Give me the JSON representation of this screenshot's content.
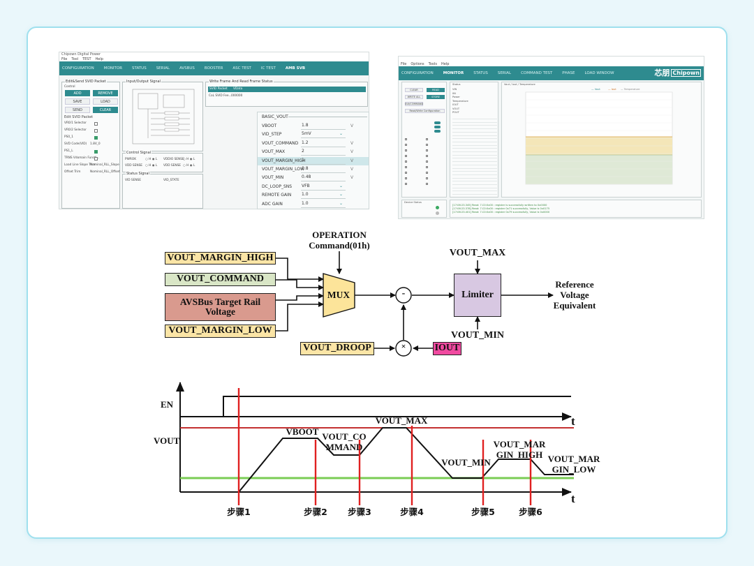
{
  "s1": {
    "title": "Chipown Digital Power",
    "menu": [
      "File",
      "Tool",
      "TEST",
      "Help"
    ],
    "tabs": [
      "CONFIGURATION",
      "MONITOR",
      "STATUS",
      "SERIAL",
      "AVSBUS",
      "BOOSTER",
      "ASC TEST",
      "IC TEST",
      "AMB SVB"
    ],
    "edit_group": "Edit&Send SVID Packet",
    "control_label": "Control",
    "buttons": {
      "add": "ADD",
      "remove": "REMOVE",
      "save": "SAVE",
      "load": "LOAD",
      "send": "SEND",
      "clear": "CLEAR"
    },
    "edit_pkt_group": "Edit SVID Packet",
    "pkt_rows": [
      "VR0/1 Selector",
      "VR0/2 Selector",
      "PS0_1",
      "SVD Code(VID)",
      "PS1_L",
      "TRNS Vdomain Functi...",
      "Load Line Slope Trim",
      "Offset Trim"
    ],
    "pkt_vals": [
      "",
      "",
      "",
      "1.8V_0",
      "",
      "",
      "Nominal_RLL_Slope",
      "Nominal_RLL_Offset"
    ],
    "io_group": "Input/Output Signal",
    "ctrl_group": "Control Signal",
    "ctrl_rows": [
      "PWROK",
      "VDD SENSE"
    ],
    "ctrl_opts": [
      "VDDIO SENSE",
      "VDD SENSE"
    ],
    "hl": "H",
    "hl2": "L",
    "status_group": "Status Signal",
    "status_row": [
      "VID SENSE",
      "VID_STATE"
    ],
    "frame_group": "Write Frame And Read Frame Status",
    "frame_head": [
      "SVID Packet",
      "VData"
    ],
    "frame_row": "CoL SVID Fee...",
    "frame_val": "000000"
  },
  "basic_vout": {
    "title": "BASIC_VOUT",
    "rows": [
      {
        "key": "VBOOT",
        "val": "1.8",
        "unit": "V"
      },
      {
        "key": "VID_STEP",
        "val": "5mV",
        "unit": ""
      },
      {
        "key": "VOUT_COMMAND",
        "val": "1.2",
        "unit": "V"
      },
      {
        "key": "VOUT_MAX",
        "val": "2",
        "unit": "V"
      },
      {
        "key": "VOUT_MARGIN_HIGH",
        "val": "1",
        "unit": "V"
      },
      {
        "key": "VOUT_MARGIN_LOW",
        "val": "0.8",
        "unit": "V"
      },
      {
        "key": "VOUT_MIN",
        "val": "0.48",
        "unit": "V"
      },
      {
        "key": "DC_LOOP_SNS",
        "val": "VFB",
        "unit": ""
      },
      {
        "key": "REMOTE GAIN",
        "val": "1.0",
        "unit": ""
      },
      {
        "key": "ADC GAIN",
        "val": "1.0",
        "unit": ""
      }
    ]
  },
  "s2": {
    "menu": [
      "File",
      "Options",
      "Tools",
      "Help"
    ],
    "tabs": [
      "CONFIGURATION",
      "MONITOR",
      "STATUS",
      "SERIAL",
      "COMMAND TEST",
      "PHASE",
      "LOAD WINDOW"
    ],
    "logo": "Chipown",
    "logo_cn": "芯朋",
    "panel_title": "Vout / Iout / Temperature",
    "legend": [
      "Vout",
      "Iout",
      "Temperature"
    ],
    "btns": [
      "CLEAR",
      "READ",
      "WRITE ALL",
      "STORE",
      "GUI/COMMAND",
      "Read/Write Configuration"
    ],
    "list_head": "Status",
    "rows": [
      "VIN",
      "IIN",
      "Power",
      "Temperature",
      "IOUT",
      "VOUT",
      "POUT"
    ],
    "led_label": "Device Status",
    "log_lines": [
      "[17:06:23.345] Read: 7.C0:0x00 : register is successfully written to 0x0000",
      "[17:06:23.378] Read: 7.C0:0x00 : register 0x71 successfully, Value is 0x0175",
      "[17:06:23.401] Read: 7.C0:0x00 : register 0x79 successfully, Value is 0x0000"
    ]
  },
  "diagram": {
    "inputs": [
      "VOUT_MARGIN_HIGH",
      "VOUT_COMMAND",
      "AVSBus Target Rail Voltage",
      "VOUT_MARGIN_LOW"
    ],
    "input_colors": [
      "#fbe5a6",
      "#d9e6c6",
      "#d99a8e",
      "#fbe5a6"
    ],
    "operation_label": "OPERATION Command(01h)",
    "mux": "MUX",
    "minus": "-",
    "times": "×",
    "limiter": "Limiter",
    "vout_max": "VOUT_MAX",
    "vout_min": "VOUT_MIN",
    "droop": "VOUT_DROOP",
    "iout": "IOUT",
    "output": "Reference Voltage Equivalent",
    "limiter_color": "#d8c8e2",
    "iout_color": "#f04aa0"
  },
  "timing": {
    "en": "EN",
    "vout": "VOUT",
    "t": "t",
    "labels": [
      "VOUT_MAX",
      "VBOOT",
      "VOUT_CO MMAND",
      "VOUT_MIN",
      "VOUT_MAR GIN_HIGH",
      "VOUT_MAR GIN_LOW"
    ],
    "steps": [
      "步骤1",
      "步骤2",
      "步骤3",
      "步骤4",
      "步骤5",
      "步骤6"
    ],
    "max_color": "#c43030",
    "min_color": "#7acc54",
    "step_color": "#e02020"
  }
}
